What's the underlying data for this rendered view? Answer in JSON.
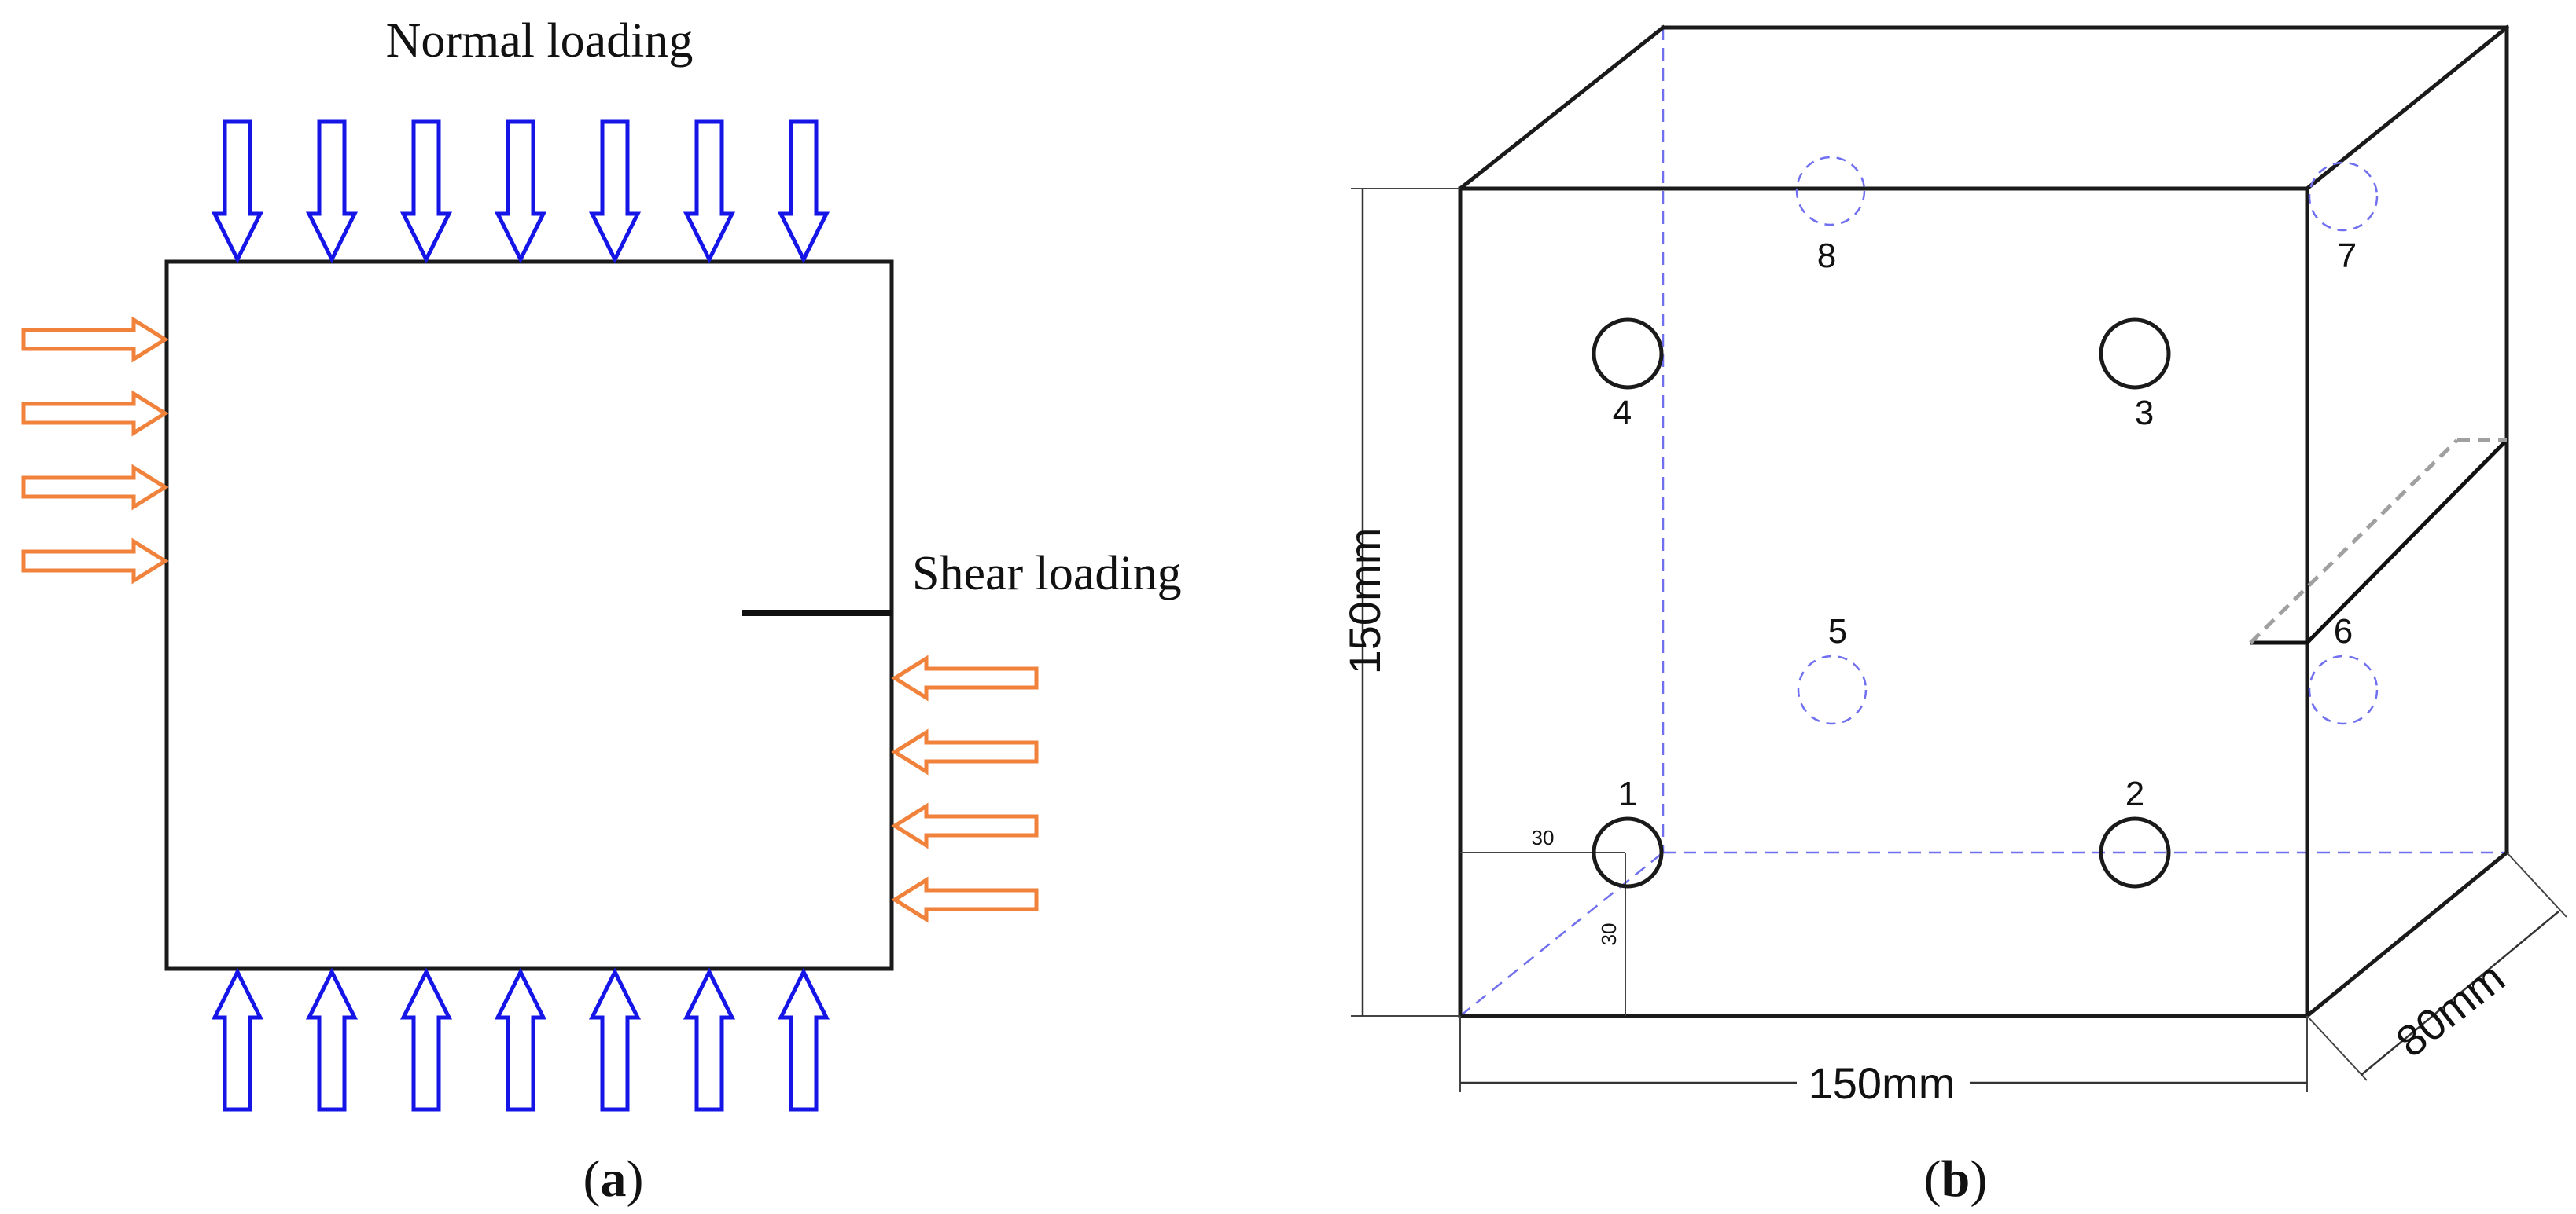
{
  "panel_a": {
    "normal_label": "Normal loading",
    "shear_label": "Shear loading",
    "caption_letter": "a",
    "arrow_count_normal": 7,
    "arrow_count_shear": 4,
    "colors": {
      "normal": "#1515e8",
      "shear": "#f0823c",
      "outline": "#1a1a1a"
    }
  },
  "panel_b": {
    "height_label": "150mm",
    "width_label": "150mm",
    "depth_label": "80mm",
    "offset_x_label": "30",
    "offset_y_label": "30",
    "caption_letter": "b",
    "holes": [
      {
        "label": "1",
        "visible": true
      },
      {
        "label": "2",
        "visible": true
      },
      {
        "label": "3",
        "visible": true
      },
      {
        "label": "4",
        "visible": true
      },
      {
        "label": "5",
        "visible": false
      },
      {
        "label": "6",
        "visible": false
      },
      {
        "label": "7",
        "visible": false
      },
      {
        "label": "8",
        "visible": false
      }
    ],
    "colors": {
      "edge": "#1a1a1a",
      "hidden": "#6f6ff0",
      "notch_hidden": "#a0a0a0"
    }
  }
}
